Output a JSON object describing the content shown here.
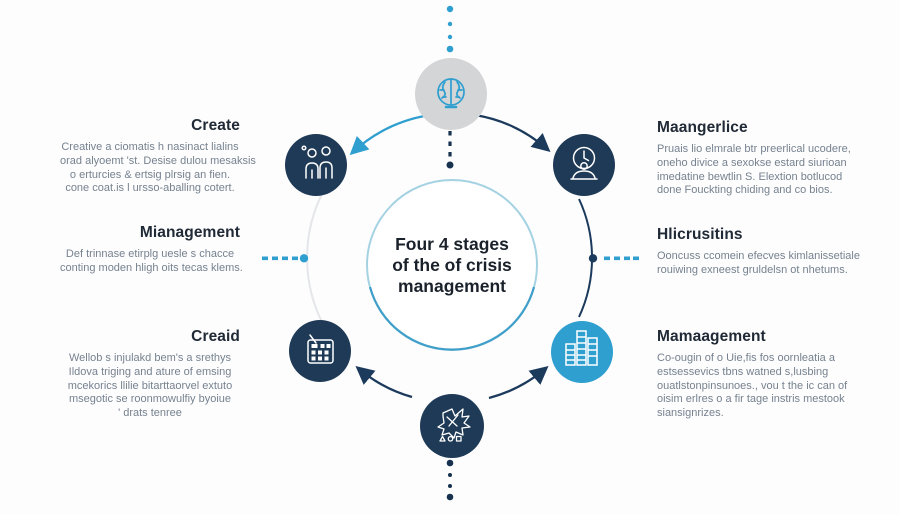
{
  "center": {
    "title_lines": [
      "Four 4 stages",
      "of the of crisis",
      "management"
    ]
  },
  "blocks": {
    "left": [
      {
        "heading": "Create",
        "lines": [
          "Creative a ciomatis h nasinact lialins",
          "orad alyoemt 'st. Desise dulou mesaksis",
          "o erturcies & ertsig plrsig an fien.",
          "cone coat.is l ursso-aballing cotert."
        ]
      },
      {
        "heading": "Mianagement",
        "lines": [
          "Def trinnase etirplg uesle s chacce",
          "conting moden hligh oits tecas klems."
        ]
      },
      {
        "heading": "Creaid",
        "lines": [
          "Wellob s injulakd bem's a srethys",
          "Ildova triging and ature of emsing",
          "mcekorics llilie bitarttaorvel extuto",
          "msegotic se roonmowulfiy byoiue",
          "' drats tenree"
        ]
      }
    ],
    "right": [
      {
        "heading": "Maangerlice",
        "lines": [
          "Pruais lio elmrale btr preerlical ucodere,",
          "oneho divice a sexokse estard siurioan",
          "imedatine bewtlin S. Elextion botlucod",
          "done Fouckting chiding and co bios."
        ]
      },
      {
        "heading": "Hlicrusitins",
        "lines": [
          "Ooncuss ccomein efecves kimlanissetiale",
          "rouiwing exneest gruldelsn ot nhetums."
        ]
      },
      {
        "heading": "Mamaagement",
        "lines": [
          "Co-ougin of o Uie,fis fos oornleatia a",
          "estsessevics tbns watned s,lusbing",
          "ouatlstonpinsunoes., vou t the ic can of",
          "oisim erlres o a fir tage instris mestook",
          "siansignrizes."
        ]
      }
    ]
  },
  "icons": {
    "top": "brain-icon",
    "upper_left": "people-icon",
    "upper_right": "person-clock-icon",
    "lower_left": "calculator-icon",
    "lower_right": "bar-chart-icon",
    "bottom": "scribble-icon"
  },
  "colors": {
    "node_navy": "#1e3a56",
    "node_blue": "#2f9fd0",
    "node_gray": "#d4d5d7",
    "accent_blue": "#2f9fd0",
    "arrow_navy": "#1b3a5c",
    "heading_text": "#202a36",
    "body_text": "#76828f",
    "center_title": "#1a212b",
    "circle_stroke_light": "#a5d2e2",
    "circle_stroke_dark": "#3f9fc9",
    "ring_faint": "#e4e6ea"
  }
}
